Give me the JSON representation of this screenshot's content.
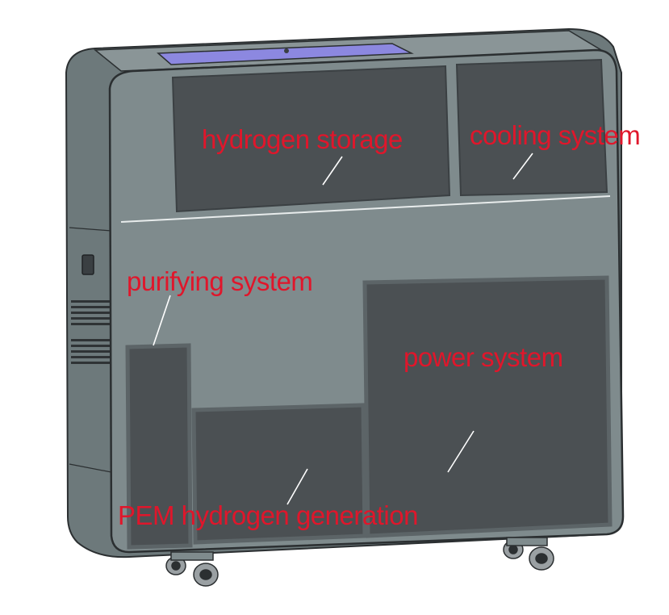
{
  "labels": {
    "hydrogen_storage": "hydrogen storage",
    "cooling_system": "cooling system",
    "purifying_system": "purifying system",
    "power_system": "power system",
    "pem_generation": "PEM hydrogen generation"
  },
  "colors": {
    "label_red": "#e0162b",
    "cabinet_front": "#7f8b8d",
    "cabinet_side": "#6d797b",
    "compartment": "#4b5053",
    "outline": "#2b2f31",
    "top_panel": "#8c88e0",
    "wheel": "#9aa0a3"
  }
}
